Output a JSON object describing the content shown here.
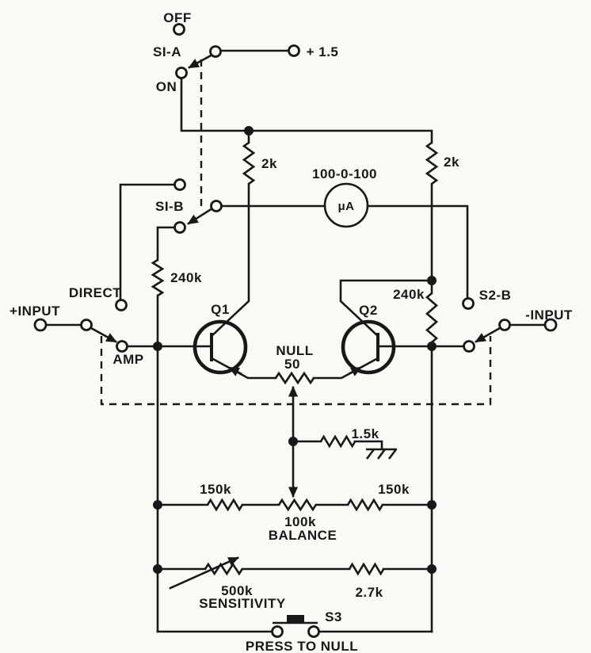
{
  "diagram": {
    "type": "schematic-differential-null-meter",
    "colors": {
      "ink": "#181818",
      "background": "#faf9f5"
    },
    "labels": {
      "off": "OFF",
      "s1a": "SI-A",
      "plus15": "+ 1.5",
      "on": "ON",
      "r2k_left": "2k",
      "r2k_right": "2k",
      "meter_scale": "100-0-100",
      "meter_unit": "μA",
      "s1b": "SI-B",
      "direct": "DIRECT",
      "r240k_left": "240k",
      "r240k_right": "240k",
      "plus_input": "+INPUT",
      "amp": "AMP",
      "q1": "Q1",
      "q2": "Q2",
      "null_name": "NULL",
      "null_value": "50",
      "s2b": "S2-B",
      "minus_input": "-INPUT",
      "r1k5": "1.5k",
      "r150k_left": "150k",
      "r150k_right": "150k",
      "balance_value": "100k",
      "balance_name": "BALANCE",
      "sens_value": "500k",
      "sens_name": "SENSITIVITY",
      "r2k7": "2.7k",
      "s3": "S3",
      "press": "PRESS TO NULL"
    }
  }
}
